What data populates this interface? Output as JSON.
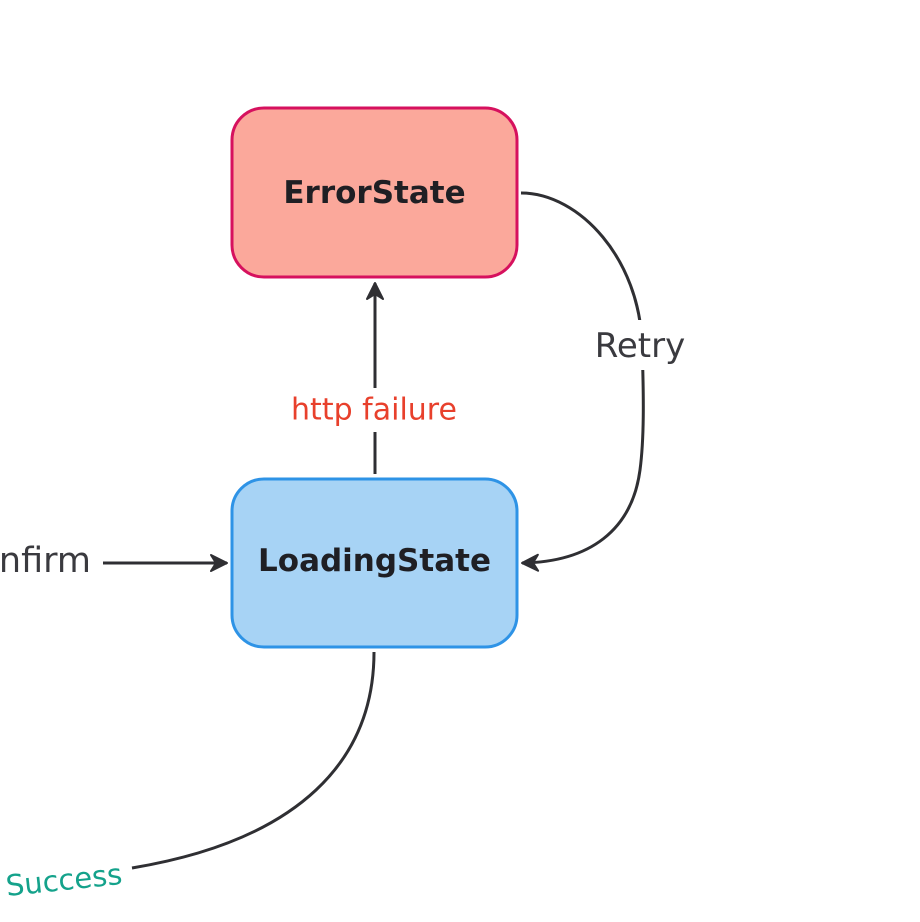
{
  "nodes": {
    "error_state": {
      "label": "ErrorState",
      "fill": "#fba89b",
      "stroke": "#d6115e"
    },
    "loading_state": {
      "label": "LoadingState",
      "fill": "#a7d3f5",
      "stroke": "#2e93e6"
    }
  },
  "edges": {
    "http_failure": {
      "label": "http failure",
      "color": "#e8402c"
    },
    "retry": {
      "label": "Retry",
      "color": "#3a3a3f"
    },
    "confirm": {
      "label": "nfirm",
      "color": "#3a3a3f"
    },
    "success": {
      "label": "Success",
      "color": "#14a28b"
    }
  },
  "colors": {
    "edge_stroke": "#2f2f33",
    "background": "#ffffff"
  }
}
